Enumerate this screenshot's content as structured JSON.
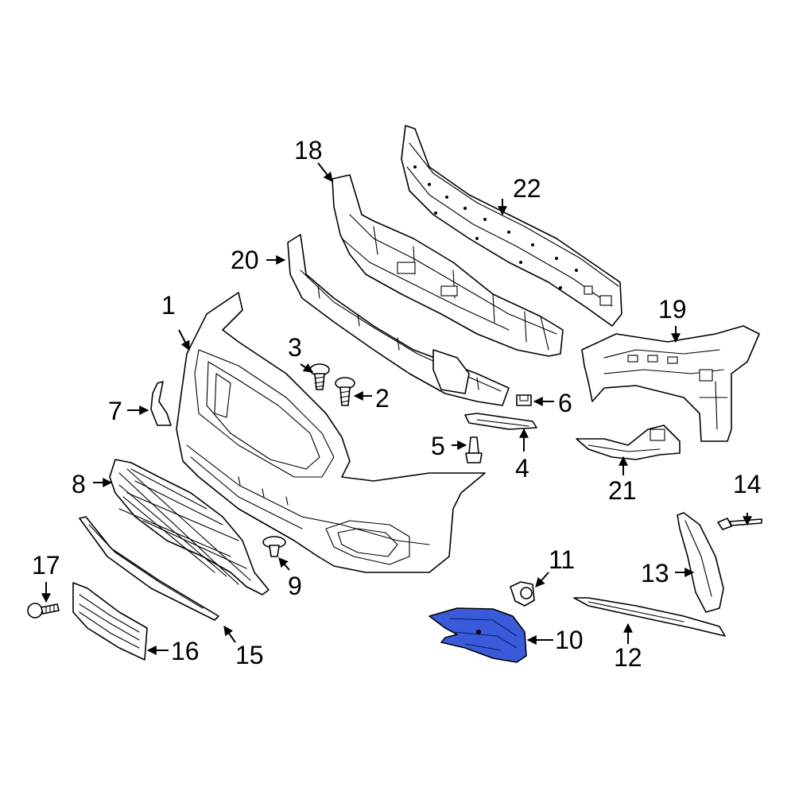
{
  "callouts": {
    "c1": "1",
    "c2": "2",
    "c3": "3",
    "c4": "4",
    "c5": "5",
    "c6": "6",
    "c7": "7",
    "c8": "8",
    "c9": "9",
    "c10": "10",
    "c11": "11",
    "c12": "12",
    "c13": "13",
    "c14": "14",
    "c15": "15",
    "c16": "16",
    "c17": "17",
    "c18": "18",
    "c19": "19",
    "c20": "20",
    "c21": "21",
    "c22": "22"
  },
  "colors": {
    "highlight": "#3a5bd9",
    "line": "#000000",
    "background": "#ffffff"
  },
  "highlighted_part": "10"
}
